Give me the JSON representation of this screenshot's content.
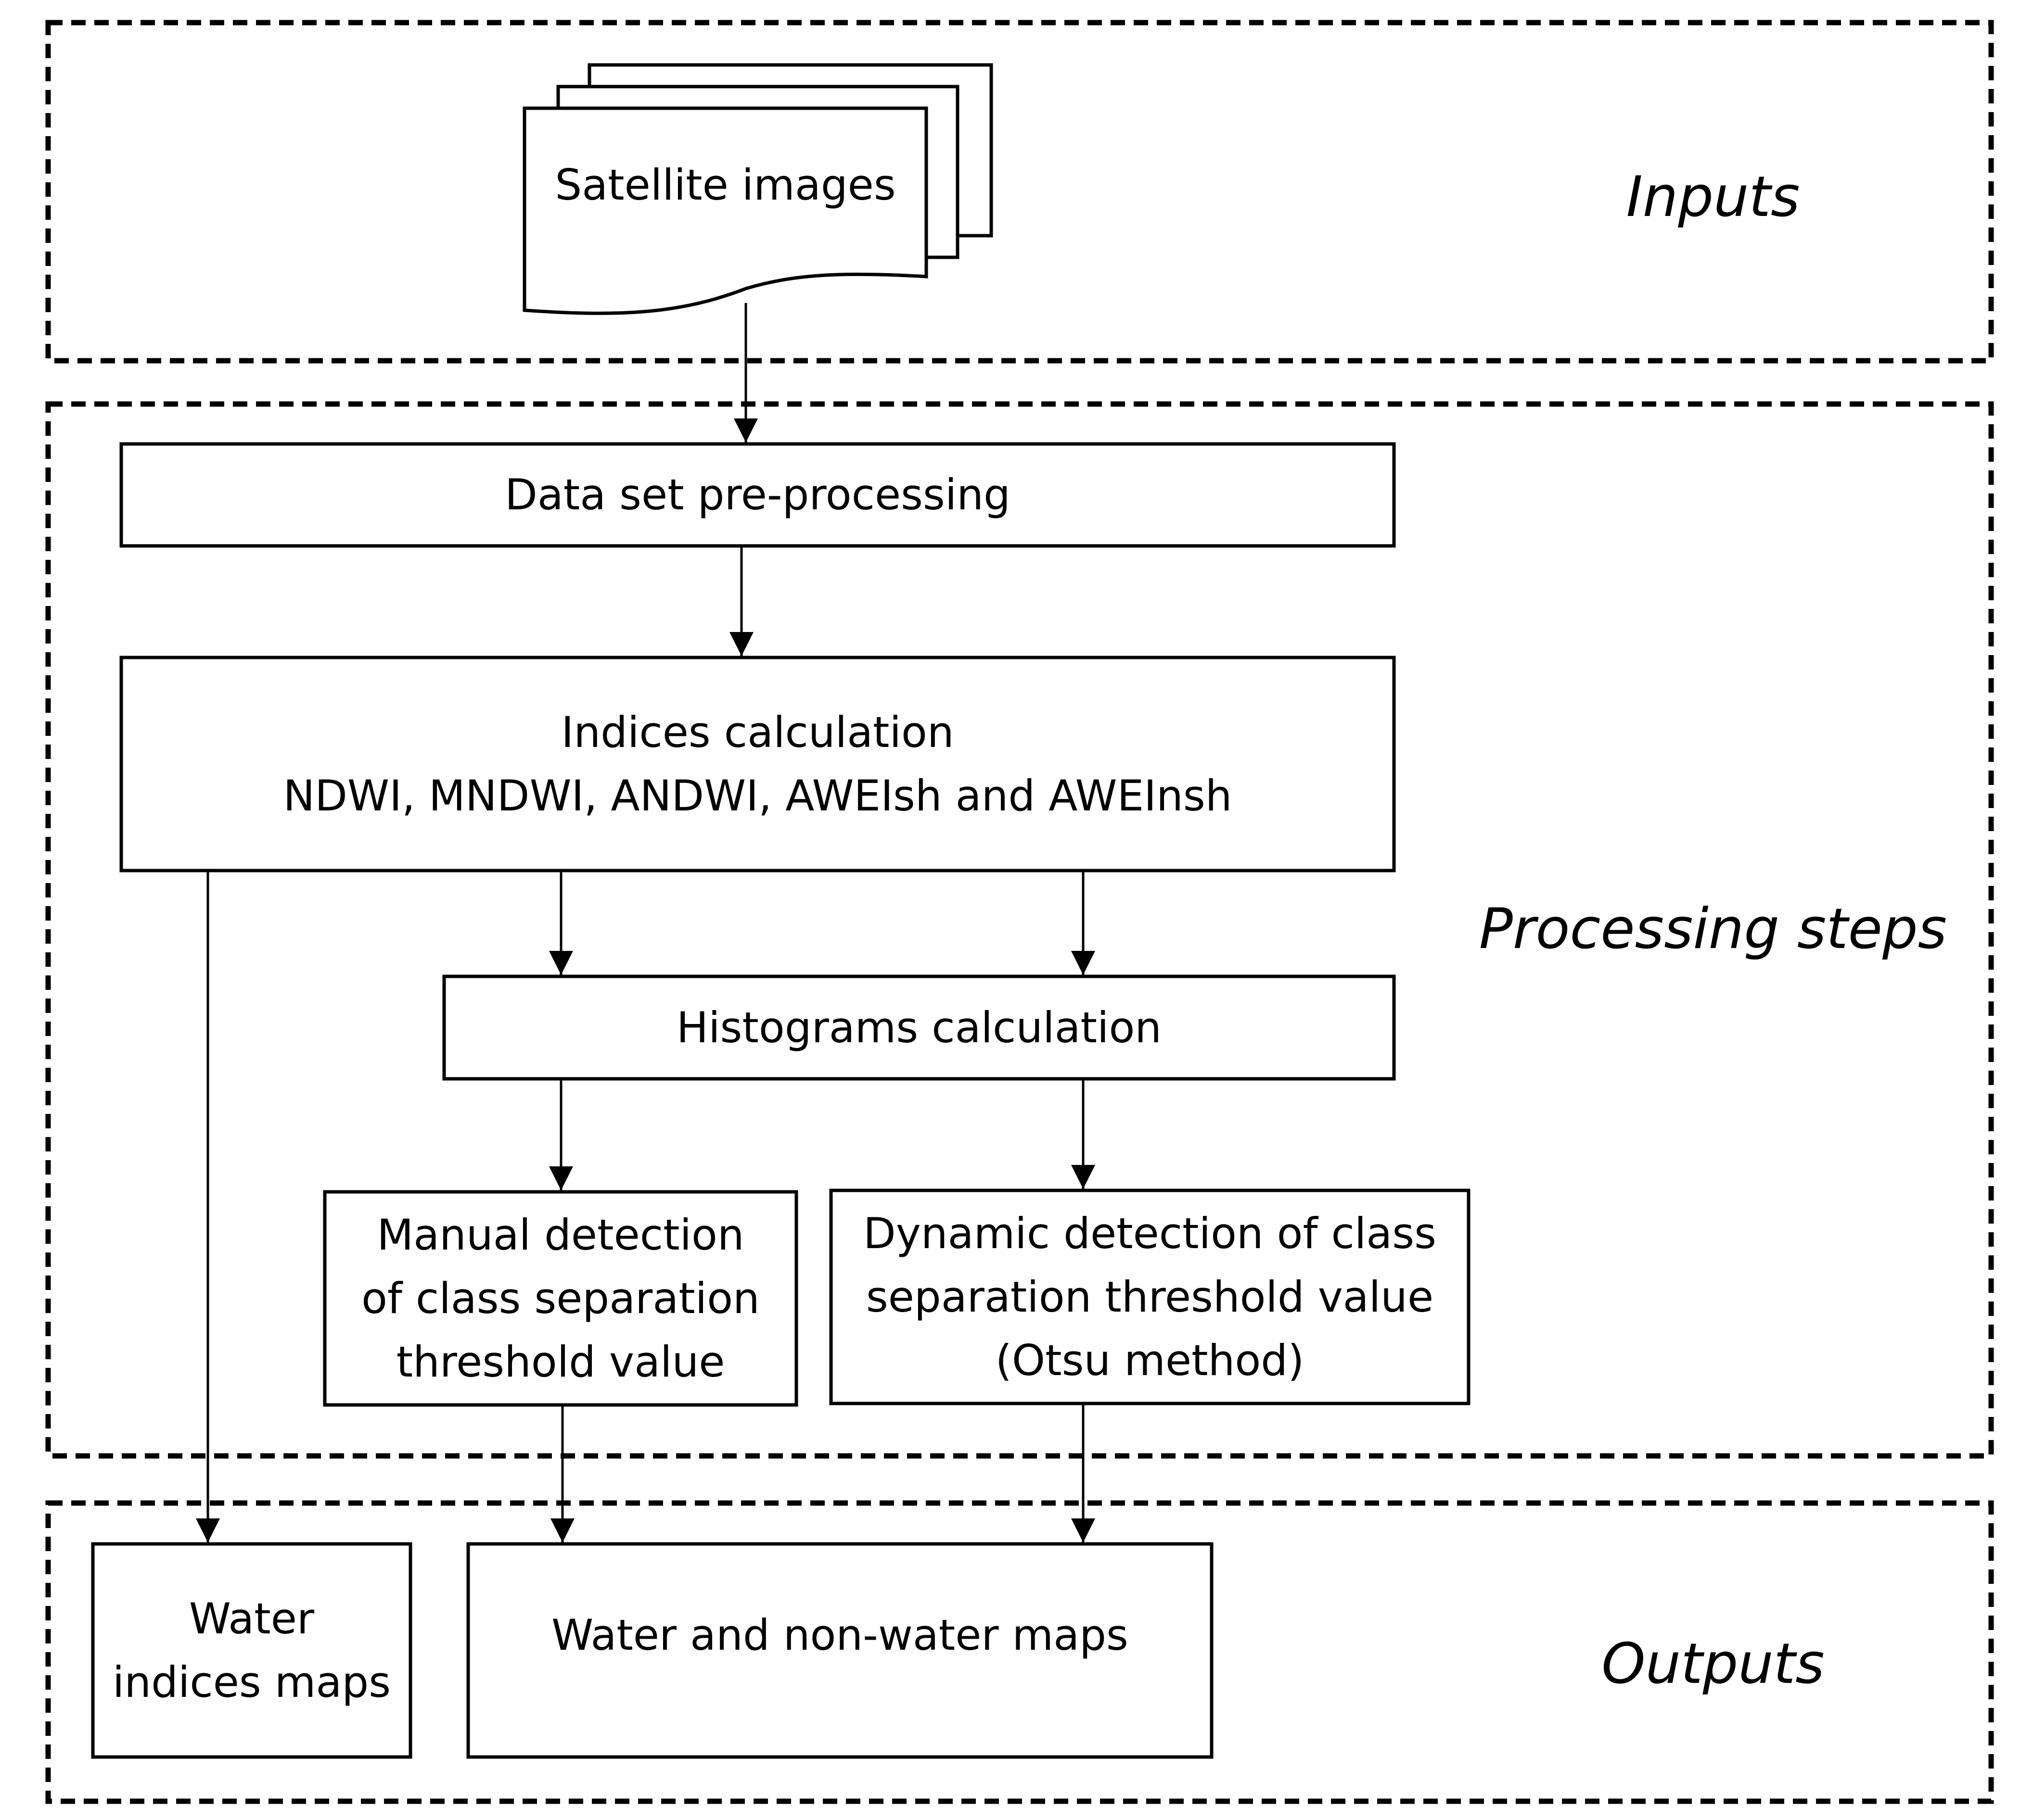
{
  "sections": {
    "inputs": "Inputs",
    "processing": "Processing steps",
    "outputs": "Outputs"
  },
  "nodes": {
    "satellite_images": {
      "label": "Satellite images"
    },
    "preprocessing": {
      "label": "Data set pre-processing"
    },
    "indices": {
      "line1": "Indices calculation",
      "line2": "NDWI, MNDWI, ANDWI, AWEIsh and AWEInsh"
    },
    "histograms": {
      "label": "Histograms calculation"
    },
    "manual": {
      "line1": "Manual detection",
      "line2": "of class separation",
      "line3": "threshold value"
    },
    "dynamic": {
      "line1": "Dynamic detection of class",
      "line2": "separation threshold value",
      "line3": "(Otsu method)"
    },
    "water_indices_maps": {
      "line1": "Water",
      "line2": "indices maps"
    },
    "water_nonwater_maps": {
      "label": "Water and non-water maps"
    }
  }
}
